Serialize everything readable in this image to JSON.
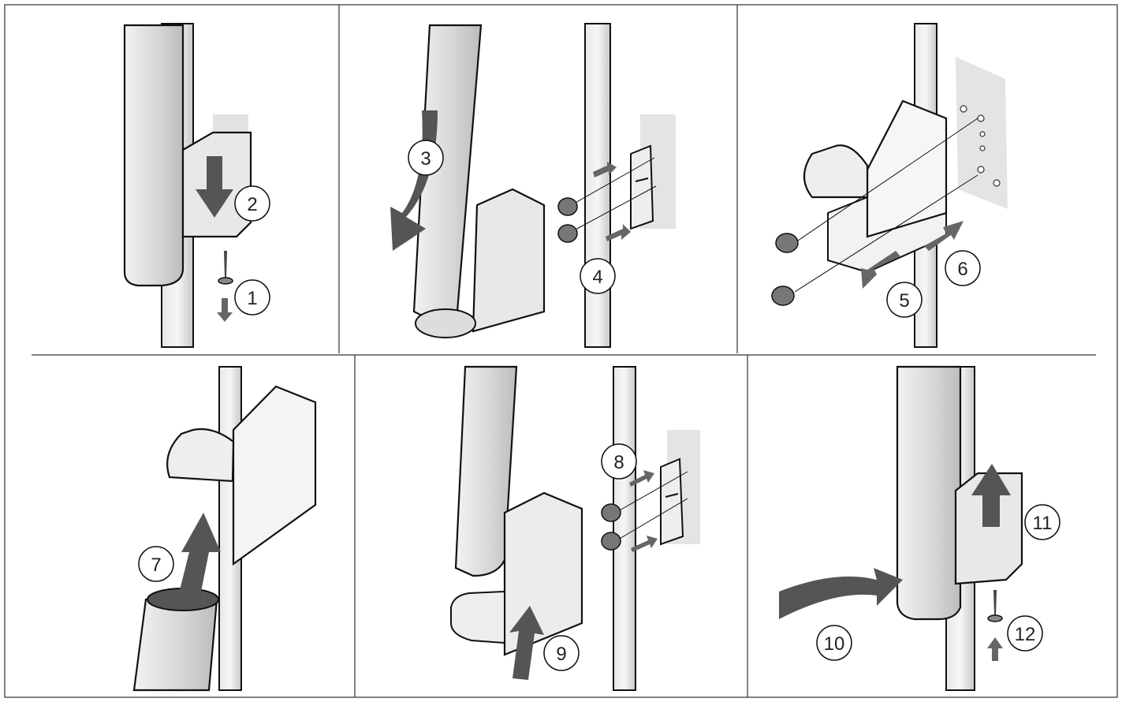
{
  "steps": [
    {
      "n": "1"
    },
    {
      "n": "2"
    },
    {
      "n": "3"
    },
    {
      "n": "4"
    },
    {
      "n": "5"
    },
    {
      "n": "6"
    },
    {
      "n": "7"
    },
    {
      "n": "8"
    },
    {
      "n": "9"
    },
    {
      "n": "10"
    },
    {
      "n": "11"
    },
    {
      "n": "12"
    }
  ],
  "colors": {
    "outline": "#111111",
    "door": "#e6e6e6",
    "door_shade": "#cfcfcf",
    "frame": "#d9d9d9",
    "arrow": "#555555",
    "plate": "#e4e4e4"
  },
  "icons": [
    "screw-icon",
    "arrow-icon",
    "hinge-icon",
    "bracket-icon"
  ]
}
